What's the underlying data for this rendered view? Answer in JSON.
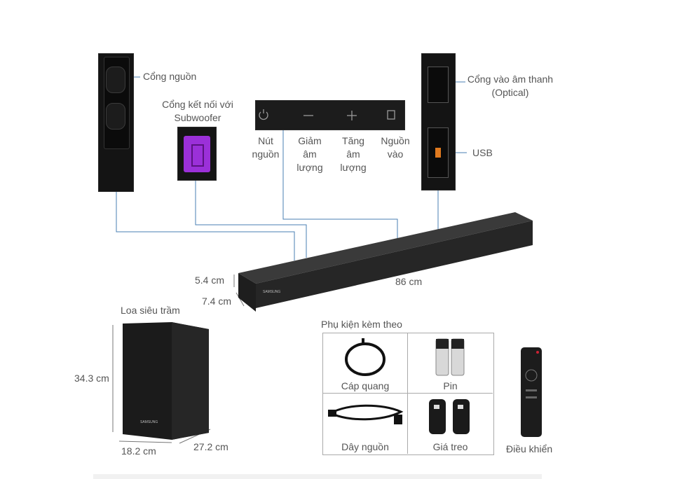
{
  "labels": {
    "power_port": "Cổng nguồn",
    "subwoofer_port": "Cổng kết nối với Subwoofer",
    "power_button": "Nút nguồn",
    "volume_down": "Giảm âm lượng",
    "volume_up": "Tăng âm lượng",
    "source": "Nguồn vào",
    "optical_port": "Cổng vào âm thanh (Optical)",
    "usb": "USB",
    "height": "5.4 cm",
    "depth": "7.4 cm",
    "width": "86 cm",
    "subwoofer_title": "Loa siêu trầm",
    "sub_height": "34.3 cm",
    "sub_width": "18.2 cm",
    "sub_depth": "27.2 cm",
    "accessories_title": "Phụ kiện kèm theo",
    "optical_cable": "Cáp quang",
    "battery": "Pin",
    "power_cord": "Dây nguồn",
    "wall_mount": "Giá treo",
    "remote": "Điều khiển"
  },
  "logo_text": "SAMSUNG",
  "colors": {
    "wire": "#4a7fb3",
    "panel": "#141414",
    "purple_port": "#9b30d9",
    "usb_orange": "#e07a1f"
  }
}
